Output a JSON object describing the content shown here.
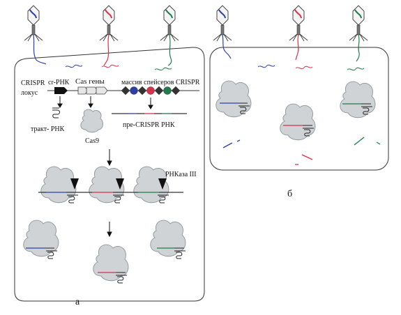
{
  "panel_a": {
    "label": "а",
    "locus_label_line1": "CRISPR",
    "locus_label_line2": "локус",
    "crrna_gene_label": "cr-РНК",
    "cas_genes_label": "Cas гены",
    "spacer_array_label": "массив спейсеров CRISPR",
    "tracrrna_label": "тракт- РНК",
    "cas9_label": "Cas9",
    "pre_crrna_label": "пре-CRISPR РНК",
    "rnase_label": "РНКаза III"
  },
  "panel_b": {
    "label": "б"
  },
  "colors": {
    "blue": "#2c3fa8",
    "red": "#d8324a",
    "green": "#1e7d4a",
    "cas9_fill": "#cfd3d6",
    "cell_border": "#333333"
  },
  "icons": {
    "phage": "bacteriophage-icon",
    "cas9": "cas9-protein-icon",
    "tracrrna": "tracrrna-hairpin-icon",
    "cleavage": "cleavage-arrowhead-icon"
  }
}
